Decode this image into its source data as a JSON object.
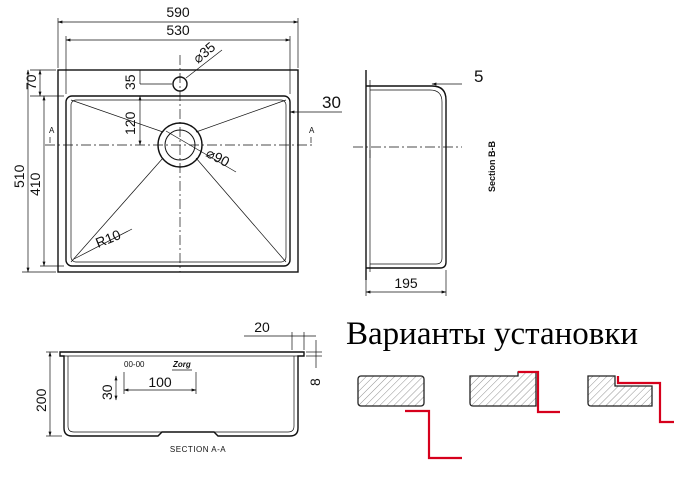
{
  "top_view": {
    "dim_overall_width": "590",
    "dim_bowl_width": "530",
    "dim_tap_hole": "⌀35",
    "dim_tap_offset": "35",
    "dim_rim_top": "70",
    "dim_drain_offset": "120",
    "dim_drain": "⌀90",
    "dim_overall_depth": "510",
    "dim_bowl_depth": "410",
    "dim_corner_radius": "R10",
    "section_marker": "A",
    "dim_rim_side": "30"
  },
  "side_view": {
    "dim_flange": "5",
    "dim_width": "195",
    "label": "Section B-B"
  },
  "front_section": {
    "dim_height": "200",
    "dim_rim": "20",
    "dim_rim_thickness": "8",
    "dim_inner_offset": "30",
    "dim_inner_width": "100",
    "label": "SECTION A-A",
    "brand_mark": "Zorg",
    "marker_text": "00-00"
  },
  "install_options": {
    "title": "Варианты установки",
    "variants": [
      "undermount",
      "flush-mount",
      "top-mount"
    ]
  },
  "colors": {
    "line": "#111111",
    "accent": "#d6001c"
  }
}
